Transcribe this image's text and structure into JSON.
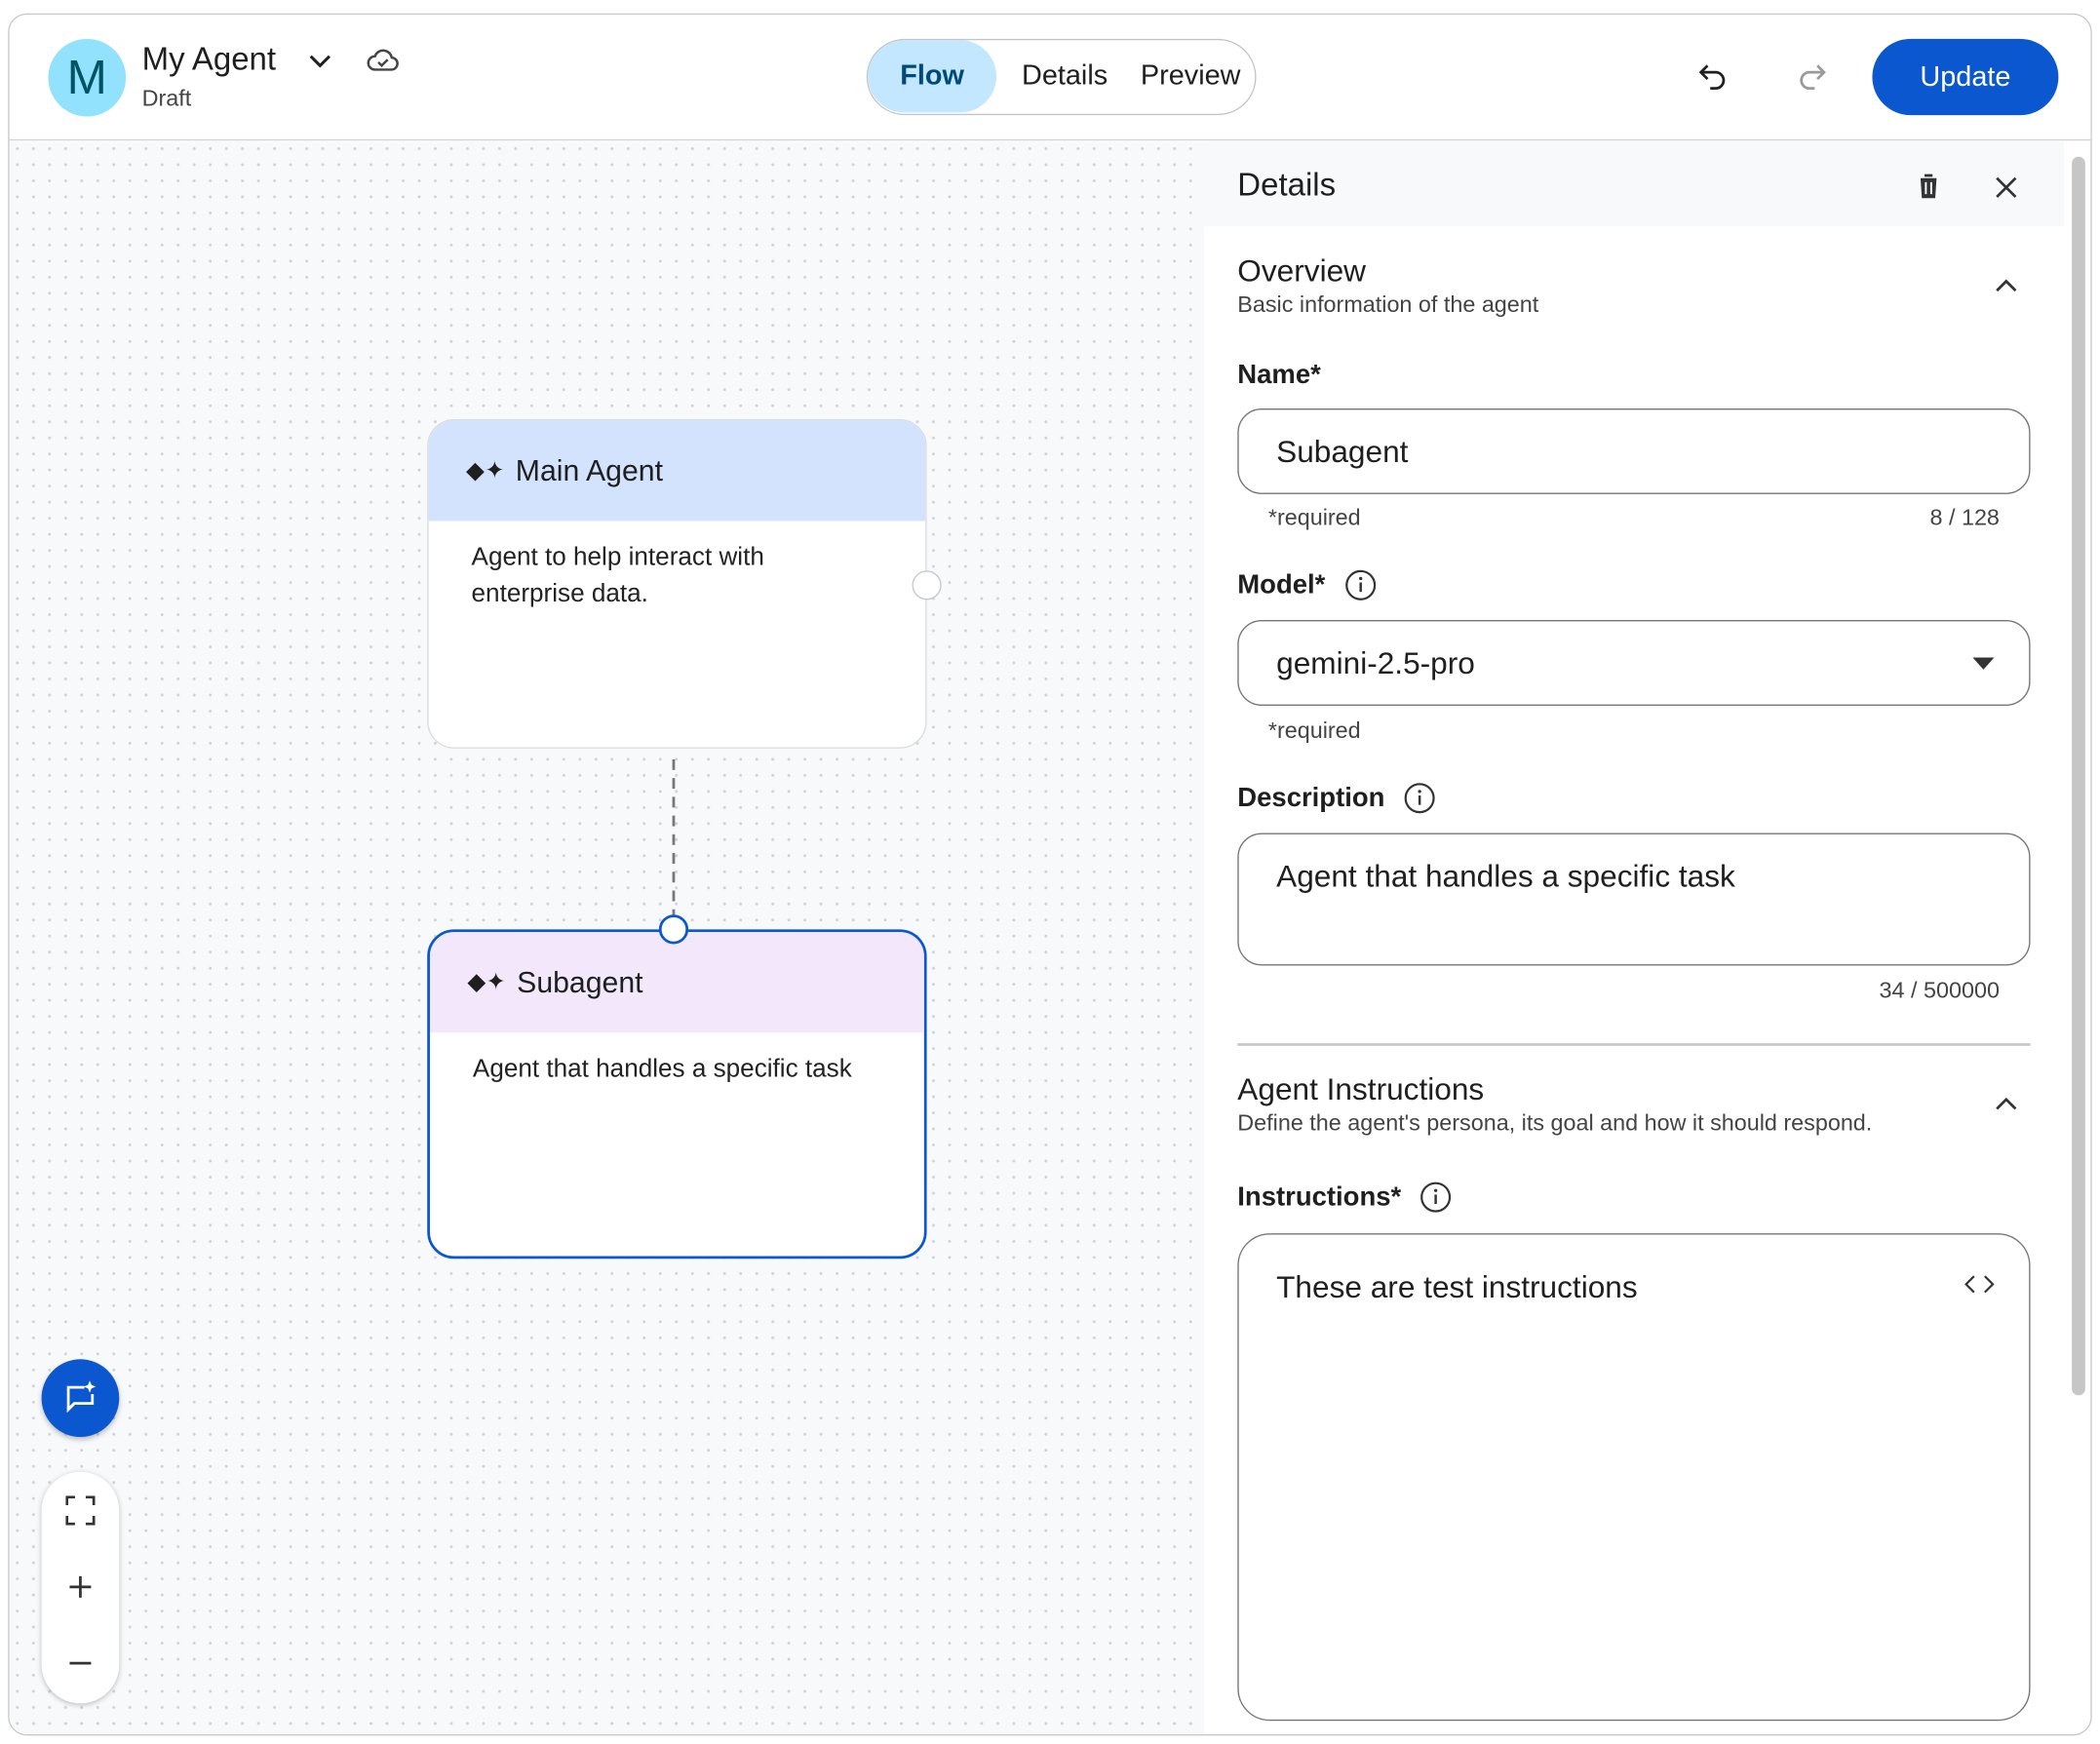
{
  "header": {
    "avatar_letter": "M",
    "agent_name": "My Agent",
    "status": "Draft",
    "tabs": [
      {
        "label": "Flow",
        "active": true
      },
      {
        "label": "Details",
        "active": false
      },
      {
        "label": "Preview",
        "active": false
      }
    ],
    "update_label": "Update"
  },
  "canvas": {
    "nodes": [
      {
        "title": "Main Agent",
        "description": "Agent to help interact with enterprise data.",
        "header_color": "#d3e3fd",
        "selected": false
      },
      {
        "title": "Subagent",
        "description": "Agent that handles a specific task",
        "header_color": "#f3e8fb",
        "selected": true
      }
    ]
  },
  "panel": {
    "title": "Details",
    "overview": {
      "title": "Overview",
      "subtitle": "Basic information of the agent",
      "name_label": "Name*",
      "name_value": "Subagent",
      "name_hint": "*required",
      "name_count": "8 / 128",
      "model_label": "Model*",
      "model_value": "gemini-2.5-pro",
      "model_hint": "*required",
      "description_label": "Description",
      "description_value": "Agent that handles a specific task",
      "description_count": "34 / 500000"
    },
    "instructions": {
      "title": "Agent Instructions",
      "subtitle": "Define the agent's persona, its goal and how it should respond.",
      "label": "Instructions*",
      "value": "These are test instructions"
    }
  },
  "colors": {
    "accent": "#0b57d0",
    "active_tab": "#c2e7ff",
    "avatar": "#93e2fd"
  }
}
